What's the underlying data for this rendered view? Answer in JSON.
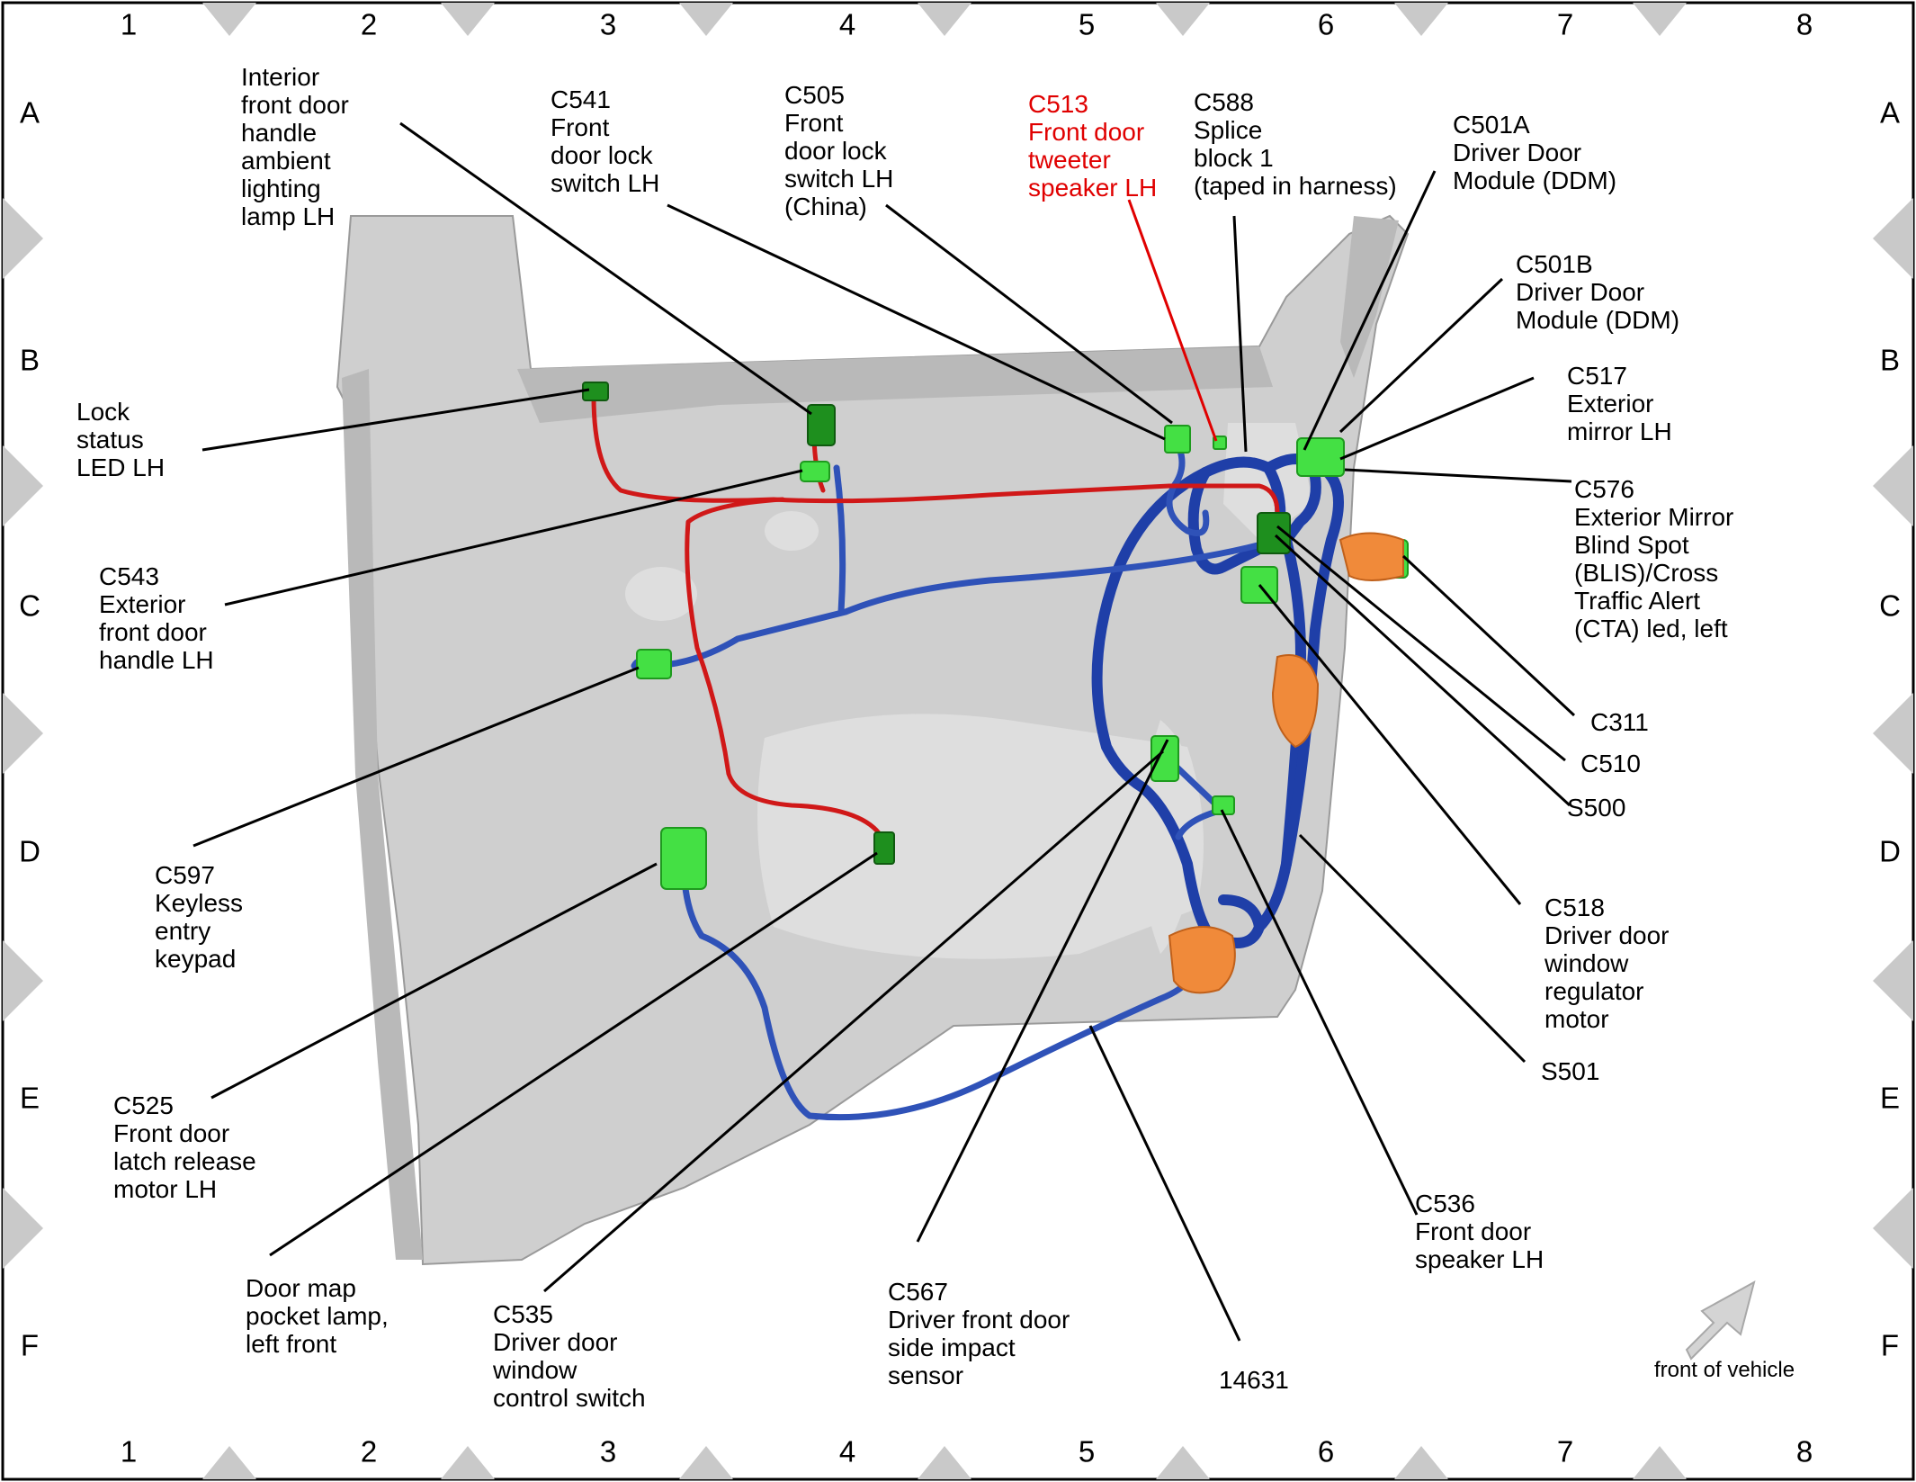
{
  "grid": {
    "columns": [
      "1",
      "2",
      "3",
      "4",
      "5",
      "6",
      "7",
      "8"
    ],
    "rows": [
      "A",
      "B",
      "C",
      "D",
      "E",
      "F"
    ]
  },
  "callouts": {
    "c_interior_lamp": [
      "Interior",
      "front door",
      "handle",
      "ambient",
      "lighting",
      "lamp LH"
    ],
    "c541": [
      "C541",
      "Front",
      "door lock",
      "switch LH"
    ],
    "c505": [
      "C505",
      "Front",
      "door lock",
      "switch LH",
      "(China)"
    ],
    "c513": [
      "C513",
      "Front door",
      "tweeter",
      "speaker LH"
    ],
    "c588": [
      "C588",
      "Splice",
      "block 1",
      "(taped in harness)"
    ],
    "c501a": [
      "C501A",
      "Driver Door",
      "Module (DDM)"
    ],
    "c501b": [
      "C501B",
      "Driver Door",
      "Module (DDM)"
    ],
    "c517": [
      "C517",
      "Exterior",
      "mirror LH"
    ],
    "c576": [
      "C576",
      "Exterior Mirror",
      "Blind Spot",
      "(BLIS)/Cross",
      "Traffic Alert",
      "(CTA) led, left"
    ],
    "lock_led": [
      "Lock",
      "status",
      "LED LH"
    ],
    "c543": [
      "C543",
      "Exterior",
      "front door",
      "handle LH"
    ],
    "c311": [
      "C311"
    ],
    "c510": [
      "C510"
    ],
    "s500": [
      "S500"
    ],
    "c597": [
      "C597",
      "Keyless",
      "entry",
      "keypad"
    ],
    "c518": [
      "C518",
      "Driver door",
      "window",
      "regulator",
      "motor"
    ],
    "s501": [
      "S501"
    ],
    "c525": [
      "C525",
      "Front door",
      "latch release",
      "motor LH"
    ],
    "c536": [
      "C536",
      "Front door",
      "speaker LH"
    ],
    "map_lamp": [
      "Door map",
      "pocket lamp,",
      "left front"
    ],
    "c535": [
      "C535",
      "Driver door",
      "window",
      "control switch"
    ],
    "c567": [
      "C567",
      "Driver front door",
      "side impact",
      "sensor"
    ],
    "n14631": [
      "14631"
    ]
  },
  "front_of_vehicle": "front of vehicle",
  "colors": {
    "harness": "#1f3fa8",
    "power_wire": "#d01818",
    "connector": "#44e044",
    "highlight_text": "#e00000",
    "door_panel": "#cfcfcf"
  }
}
